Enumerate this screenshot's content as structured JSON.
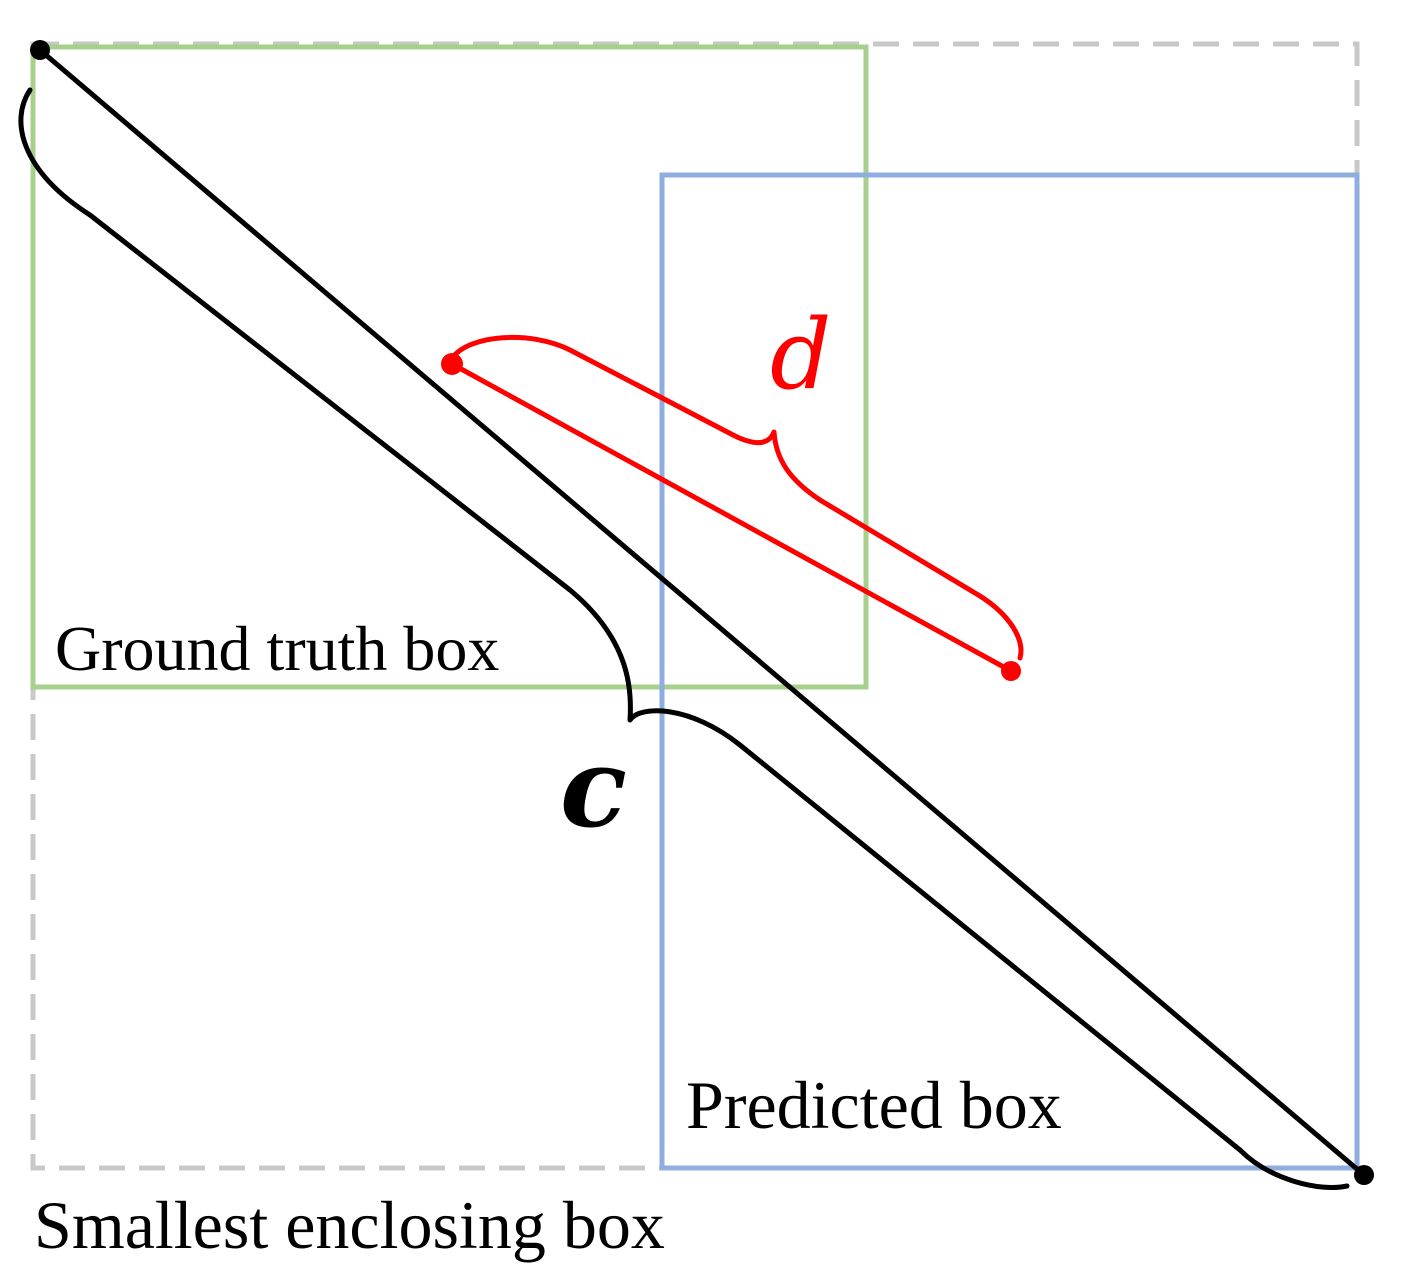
{
  "labels": {
    "ground_truth": "Ground truth box",
    "predicted": "Predicted box",
    "enclosing": "Smallest enclosing box",
    "center_distance": "d",
    "diagonal": "c"
  },
  "colors": {
    "ground_truth": "#a6d08c",
    "predicted": "#8fadde",
    "enclosing": "#c8c8c8",
    "center_distance": "#ff0000",
    "diagonal": "#000000"
  }
}
